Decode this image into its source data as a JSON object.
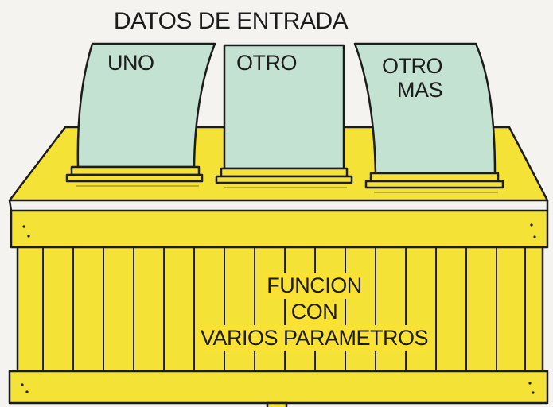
{
  "title": "DATOS DE ENTRADA",
  "inputs": [
    {
      "line1": "UNO",
      "line2": ""
    },
    {
      "line1": "OTRO",
      "line2": ""
    },
    {
      "line1": "OTRO",
      "line2": "MAS"
    }
  ],
  "function_box": {
    "line1": "FUNCION",
    "line2": "CON",
    "line3": "VARIOS PARAMETROS"
  },
  "colors": {
    "box_yellow": "#f5e236",
    "box_yellow_dark": "#e8d22a",
    "card_fill": "#c3e2d2",
    "outline": "#1c1c1c",
    "background": "#f4f3ef"
  }
}
